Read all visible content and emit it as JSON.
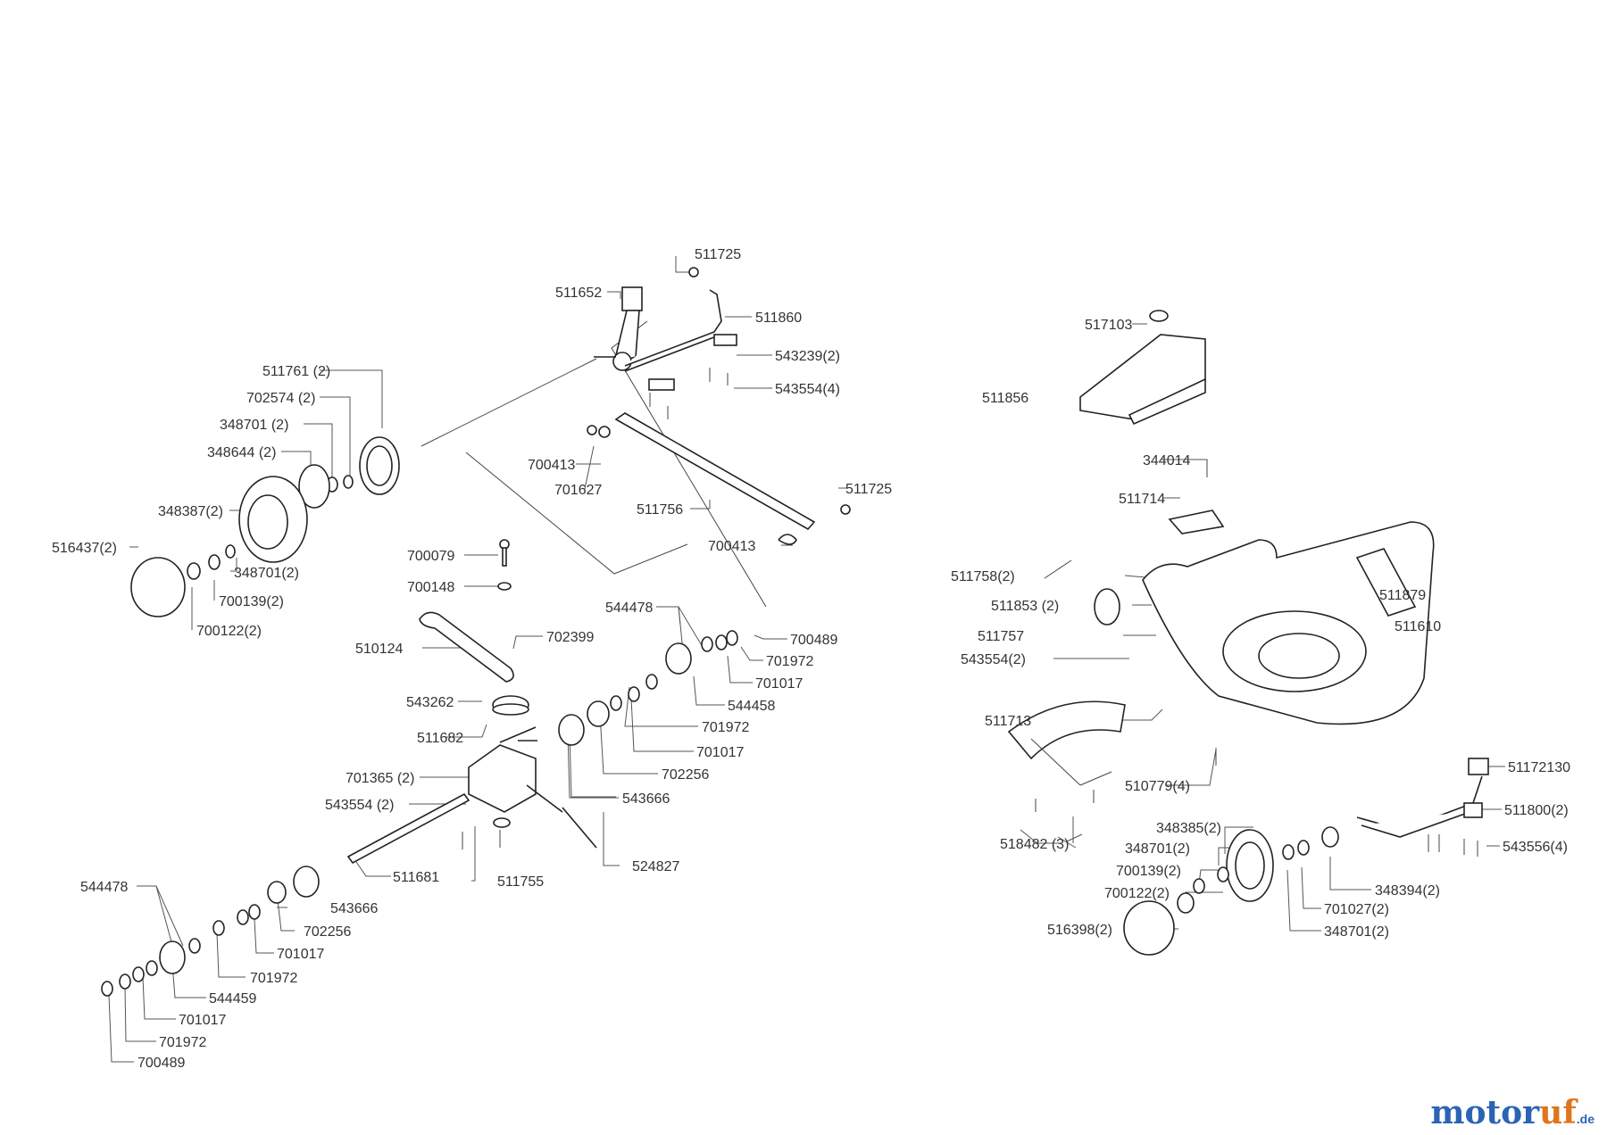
{
  "watermark": {
    "brand_a": "motor",
    "brand_b": "uf",
    "tld": ".de"
  },
  "colors": {
    "line": "#222222",
    "label": "#333333",
    "brand_blue": "#2b64b5",
    "brand_orange": "#e0751f"
  },
  "labels": {
    "l511725a": "511725",
    "l511652": "511652",
    "l511860": "511860",
    "l543239": "543239(2)",
    "l543554a": "543554(4)",
    "l511761": "511761 (2)",
    "l702574": "702574 (2)",
    "l348701a": "348701 (2)",
    "l348644": "348644 (2)",
    "l348387": "348387(2)",
    "l516437": "516437(2)",
    "l348701b": "348701(2)",
    "l700139a": "700139(2)",
    "l700122a": "700122(2)",
    "l700413a": "700413",
    "l701627": "701627",
    "l511756": "511756",
    "l511725b": "511725",
    "l700413b": "700413",
    "l700079": "700079",
    "l700148": "700148",
    "l510124": "510124",
    "l702399": "702399",
    "l543262": "543262",
    "l511682": "511682",
    "l701365": "701365 (2)",
    "l543554b": "543554 (2)",
    "l511681": "511681",
    "l511755": "511755",
    "l524827": "524827",
    "l543666a": "543666",
    "l544478a": "544478",
    "l700489a": "700489",
    "l701972a": "701972",
    "l701017a": "701017",
    "l544458": "544458",
    "l701972b": "701972",
    "l701017b": "701017",
    "l702256a": "702256",
    "l543666b": "543666",
    "l544478b": "544478",
    "l702256b": "702256",
    "l701017c": "701017",
    "l701972c": "701972",
    "l544459": "544459",
    "l701017d": "701017",
    "l701972d": "701972",
    "l700489b": "700489",
    "l517103": "517103",
    "l511856": "511856",
    "l344014": "344014",
    "l511714": "511714",
    "l511758": "511758(2)",
    "l511853": "511853 (2)",
    "l511757": "511757",
    "l543554c": "543554(2)",
    "l511879": "511879",
    "l511610": "511610",
    "l511713": "511713",
    "l510779": "510779(4)",
    "l518482": "518482 (3)",
    "l51172130": "51172130",
    "l511800": "511800(2)",
    "l543556": "543556(4)",
    "l348385": "348385(2)",
    "l348701c": "348701(2)",
    "l700139b": "700139(2)",
    "l700122b": "700122(2)",
    "l516398": "516398(2)",
    "l348394": "348394(2)",
    "l701027": "701027(2)",
    "l348701d": "348701(2)"
  }
}
